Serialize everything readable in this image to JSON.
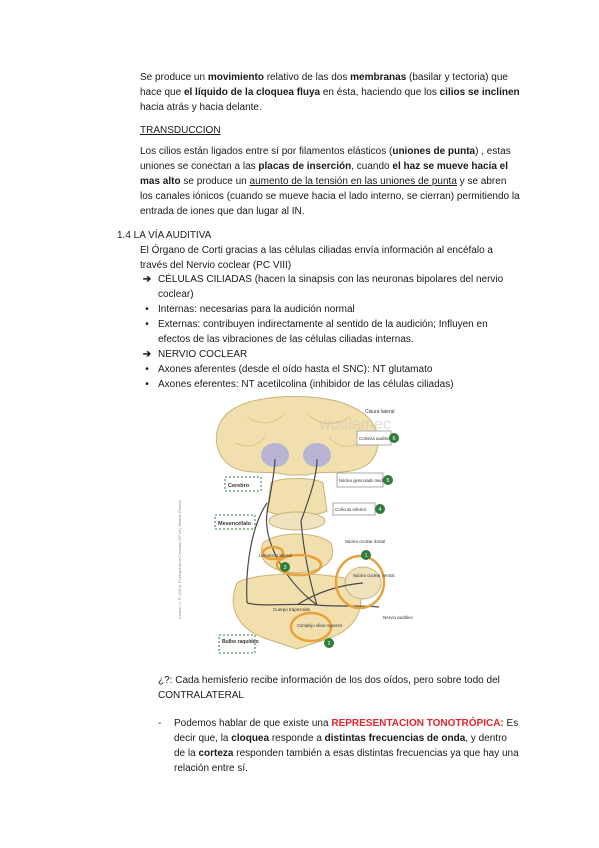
{
  "p1": {
    "a": "Se produce un ",
    "b": "movimiento",
    "c": " relativo de las dos ",
    "d": "membranas",
    "e": " (basilar y tectoria) que hace que ",
    "f": "el líquido de la cloquea fluya",
    "g": " en ésta, haciendo que los ",
    "h": "cilios se inclinen",
    "i": " hacia atrás y hacia delante."
  },
  "heading_transduccion": "TRANSDUCCION",
  "p2": {
    "a": "Los cilios están ligados entre sí por filamentos elásticos (",
    "b": "uniones de punta",
    "c": ") , estas uniones se conectan a las ",
    "d": "placas de inserción",
    "e": ", cuando ",
    "f": "el haz se mueve hacia el mas alto",
    "g": " se produce un ",
    "h": "aumento de la tensión en las uniones de punta",
    "i": " y se abren los canales iónicos (cuando se mueve hacia el lado interno, se cierran) permitiendo la entrada de iones que dan lugar al IN."
  },
  "section": {
    "title": "1.4 LA VÍA AUDITIVA",
    "intro": "El Órgano de Corti gracias a las células ciliadas envía información al encéfalo a través del Nervio coclear (PC VIII)"
  },
  "list": [
    {
      "marker": "➔",
      "type": "arrow",
      "text": "CÉLULAS CILIADAS (hacen la sinapsis con las neuronas bipolares del nervio coclear)"
    },
    {
      "marker": "•",
      "type": "dot",
      "text": "Internas: necesarias para la audición normal"
    },
    {
      "marker": "•",
      "type": "dot",
      "text": "Externas: contribuyen indirectamente al sentido de la audición; Influyen en efectos de las vibraciones de las células ciliadas internas."
    },
    {
      "marker": "➔",
      "type": "arrow",
      "text": "NERVIO COCLEAR"
    },
    {
      "marker": "•",
      "type": "dot",
      "text": "Axones aferentes (desde el oído hasta el SNC): NT glutamato"
    },
    {
      "marker": "•",
      "type": "dot",
      "text": "Axones eferentes: NT acetilcolina (inhibidor de las células ciliadas)"
    }
  ],
  "figure": {
    "watermark": "wuolamec",
    "side_credit": "Carlson, N. R. (2014). Fisiología de la Conducta (11ª ed.). Madrid: Pearson.",
    "labels": {
      "cerebro": "Cerebro",
      "mesencefalo": "Mesencéfalo",
      "bulbo": "Bulbo raquídeo",
      "cisura": "Cisura lateral",
      "corteza": "Corteza auditiva",
      "geniculado": "Núcleo geniculado medial",
      "coliculo": "Colículo inferior",
      "coclear_dorsal": "Núcleo coclear dorsal",
      "coclear_ventral": "Núcleo coclear ventral",
      "lemnisco": "Lemnisco lateral",
      "trapezoide": "Cuerpo trapezoide",
      "olivar": "Complejo olivar superior",
      "nervio": "Nervio auditivo"
    },
    "numbers": [
      "1",
      "2",
      "3",
      "4",
      "5",
      "6"
    ],
    "colors": {
      "tissue": "#f1dfae",
      "nucleus": "#b9b3d4",
      "green": "#2e7d3b",
      "orange": "#e9a23b"
    }
  },
  "question": "¿?: Cada hemisferio recibe información de los dos oídos, pero sobre todo del CONTRALATERAL",
  "final": {
    "marker": "-",
    "a": "Podemos hablar de que existe una ",
    "b": "REPRESENTACION TONOTRÓPICA:",
    "c": " Es decir que, la ",
    "d": "cloquea",
    "e": " responde a ",
    "f": "distintas frecuencias de onda",
    "g": ", y dentro de la ",
    "h": "corteza",
    "i": " responden también a esas distintas frecuencias ya que hay una relación entre sí."
  }
}
